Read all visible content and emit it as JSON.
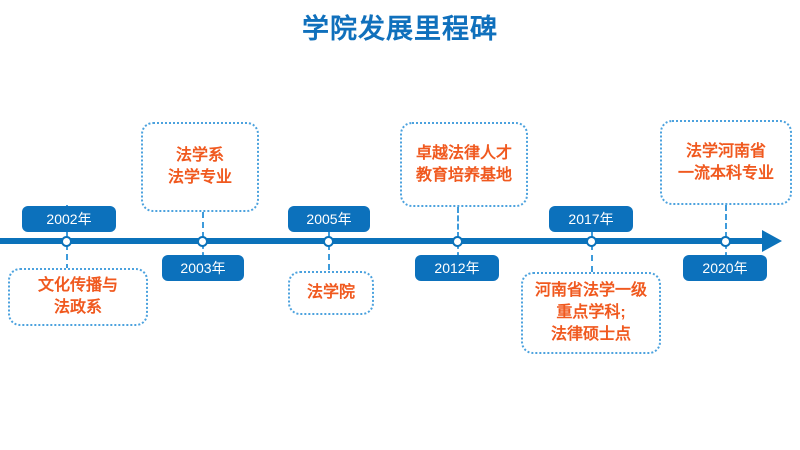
{
  "page": {
    "title": "学院发展里程碑",
    "accent_blue": "#0C71BC",
    "accent_orange": "#F0591F",
    "dotted_border_blue": "#4CA2DE",
    "background": "#FFFFFF"
  },
  "timeline": {
    "orientation": "horizontal",
    "arrow_direction": "right",
    "milestones": [
      {
        "year": "2002年",
        "text": "文化传播与\n法政系",
        "badge_side": "above",
        "box_side": "below"
      },
      {
        "year": "2003年",
        "text": "法学系\n法学专业",
        "badge_side": "below",
        "box_side": "above"
      },
      {
        "year": "2005年",
        "text": "法学院",
        "badge_side": "above",
        "box_side": "below"
      },
      {
        "year": "2012年",
        "text": "卓越法律人才\n教育培养基地",
        "badge_side": "below",
        "box_side": "above"
      },
      {
        "year": "2017年",
        "text": "河南省法学一级\n重点学科;\n法律硕士点",
        "badge_side": "above",
        "box_side": "below"
      },
      {
        "year": "2020年",
        "text": "法学河南省\n一流本科专业",
        "badge_side": "below",
        "box_side": "above"
      }
    ]
  }
}
